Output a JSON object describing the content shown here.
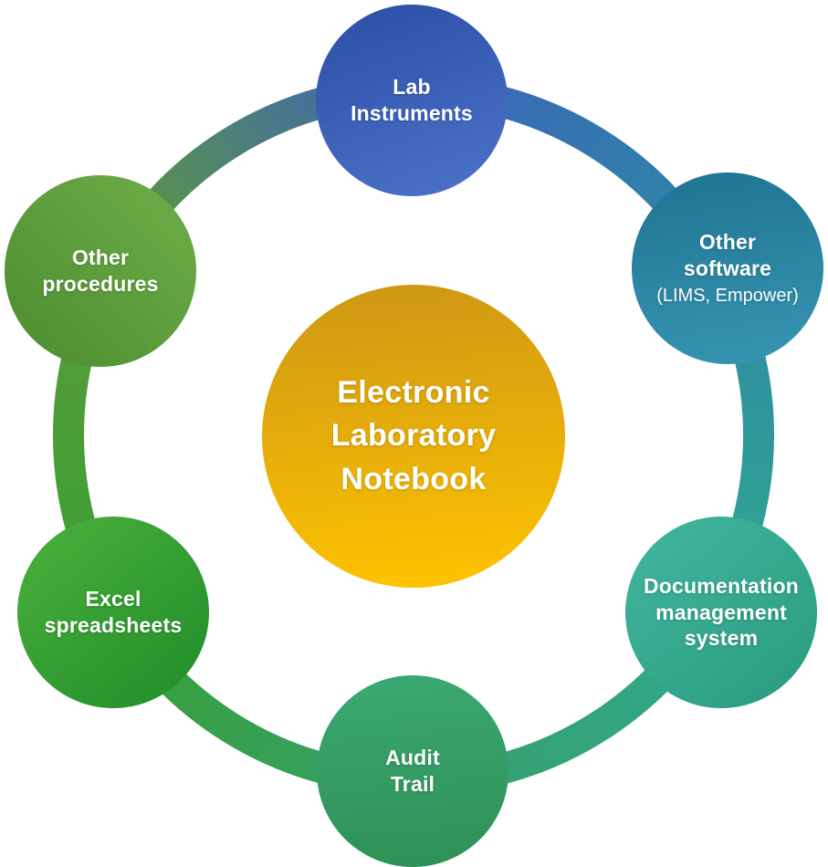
{
  "diagram": {
    "title": "Electronic Laboratory Notebook connections",
    "background_color": "#ffffff",
    "text_color": "#ffffff",
    "hub": {
      "id": "electronic-laboratory-notebook",
      "lines": [
        "Electronic",
        "Laboratory",
        "Notebook"
      ],
      "gradient": {
        "angle": "175deg",
        "from": "#cd9614",
        "to": "#ffc400"
      }
    },
    "nodes": [
      {
        "id": "lab-instruments",
        "lines": [
          "Lab",
          "Instruments"
        ],
        "sub": "",
        "gradient": {
          "angle": "160deg",
          "from": "#2b4da6",
          "to": "#4d74c9"
        }
      },
      {
        "id": "other-software",
        "lines": [
          "Other",
          "software"
        ],
        "sub": "(LIMS, Empower)",
        "gradient": {
          "angle": "170deg",
          "from": "#1f7392",
          "to": "#3796b3"
        }
      },
      {
        "id": "documentation-management-system",
        "lines": [
          "Documentation",
          "management",
          "system"
        ],
        "sub": "",
        "gradient": {
          "angle": "140deg",
          "from": "#42b79e",
          "to": "#289a7e"
        }
      },
      {
        "id": "audit-trail",
        "lines": [
          "Audit",
          "Trail"
        ],
        "sub": "",
        "gradient": {
          "angle": "175deg",
          "from": "#3ba873",
          "to": "#2e9055"
        }
      },
      {
        "id": "excel-spreadsheets",
        "lines": [
          "Excel",
          "spreadsheets"
        ],
        "sub": "",
        "gradient": {
          "angle": "140deg",
          "from": "#4cb13d",
          "to": "#1e8c29"
        }
      },
      {
        "id": "other-procedures",
        "lines": [
          "Other",
          "procedures"
        ],
        "sub": "",
        "gradient": {
          "angle": "225deg",
          "from": "#6fae49",
          "to": "#4c8c2f"
        }
      }
    ],
    "ring": {
      "stroke_width": 34,
      "segments": [
        {
          "name": "other-procedures-to-lab-instruments",
          "from": "#5d9b3b",
          "to": "#3c63b8"
        },
        {
          "name": "lab-instruments-to-other-software",
          "from": "#3c63b8",
          "to": "#2d89a8"
        },
        {
          "name": "other-software-to-documentation",
          "from": "#2d89a8",
          "to": "#31a78d"
        },
        {
          "name": "documentation-to-audit-trail",
          "from": "#31a78d",
          "to": "#35a06a"
        },
        {
          "name": "audit-trail-to-excel",
          "from": "#35a06a",
          "to": "#38a033"
        },
        {
          "name": "excel-to-other-procedures",
          "from": "#38a033",
          "to": "#5d9b3b"
        }
      ]
    }
  }
}
